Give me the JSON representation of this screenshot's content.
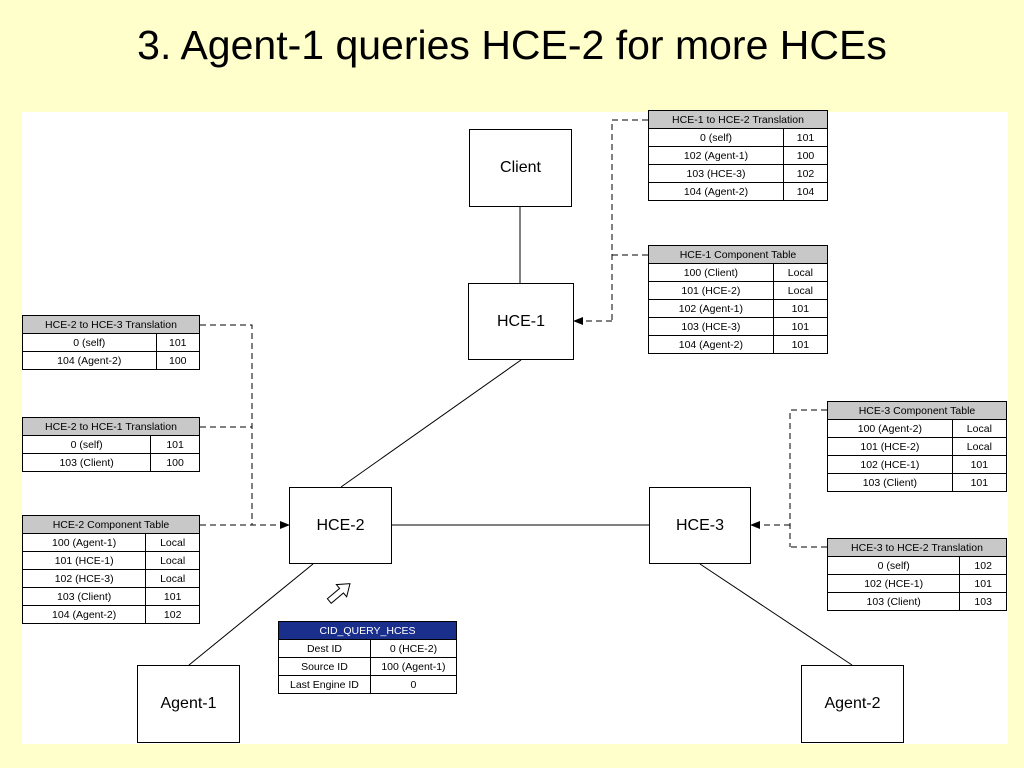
{
  "title": "3. Agent-1 queries HCE-2 for more HCEs",
  "nodes": {
    "client": "Client",
    "hce1": "HCE-1",
    "hce2": "HCE-2",
    "hce3": "HCE-3",
    "agent1": "Agent-1",
    "agent2": "Agent-2"
  },
  "tables": {
    "hce1_translation": {
      "title": "HCE-1 to HCE-2 Translation",
      "rows": [
        [
          "0 (self)",
          "101"
        ],
        [
          "102 (Agent-1)",
          "100"
        ],
        [
          "103 (HCE-3)",
          "102"
        ],
        [
          "104 (Agent-2)",
          "104"
        ]
      ]
    },
    "hce1_component": {
      "title": "HCE-1 Component Table",
      "rows": [
        [
          "100 (Client)",
          "Local"
        ],
        [
          "101 (HCE-2)",
          "Local"
        ],
        [
          "102 (Agent-1)",
          "101"
        ],
        [
          "103 (HCE-3)",
          "101"
        ],
        [
          "104 (Agent-2)",
          "101"
        ]
      ]
    },
    "hce2_to_hce3": {
      "title": "HCE-2 to HCE-3 Translation",
      "rows": [
        [
          "0 (self)",
          "101"
        ],
        [
          "104 (Agent-2)",
          "100"
        ]
      ]
    },
    "hce2_to_hce1": {
      "title": "HCE-2 to HCE-1 Translation",
      "rows": [
        [
          "0 (self)",
          "101"
        ],
        [
          "103 (Client)",
          "100"
        ]
      ]
    },
    "hce2_component": {
      "title": "HCE-2 Component Table",
      "rows": [
        [
          "100 (Agent-1)",
          "Local"
        ],
        [
          "101 (HCE-1)",
          "Local"
        ],
        [
          "102 (HCE-3)",
          "Local"
        ],
        [
          "103 (Client)",
          "101"
        ],
        [
          "104 (Agent-2)",
          "102"
        ]
      ]
    },
    "hce3_component": {
      "title": "HCE-3 Component Table",
      "rows": [
        [
          "100 (Agent-2)",
          "Local"
        ],
        [
          "101 (HCE-2)",
          "Local"
        ],
        [
          "102 (HCE-1)",
          "101"
        ],
        [
          "103 (Client)",
          "101"
        ]
      ]
    },
    "hce3_translation": {
      "title": "HCE-3 to HCE-2 Translation",
      "rows": [
        [
          "0 (self)",
          "102"
        ],
        [
          "102 (HCE-1)",
          "101"
        ],
        [
          "103 (Client)",
          "103"
        ]
      ]
    },
    "message": {
      "title": "CID_QUERY_HCES",
      "rows": [
        [
          "Dest ID",
          "0 (HCE-2)"
        ],
        [
          "Source ID",
          "100 (Agent-1)"
        ],
        [
          "Last Engine ID",
          "0"
        ]
      ]
    }
  },
  "colors": {
    "slide_background": "#ffffcc",
    "message_header": "#1a2e8c",
    "table_header": "#c8c8c8"
  }
}
